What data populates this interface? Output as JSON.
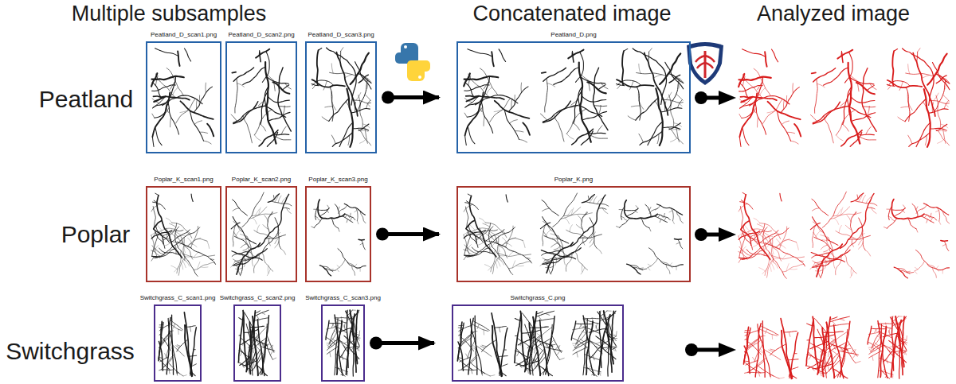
{
  "diagram": {
    "nodes": [
      {
        "text": [
          "Peatland_D_scan1.png"
        ]
      },
      {
        "text": [
          "Peatland_D_scan2.png"
        ]
      },
      {
        "text": [
          "Peatland_D_scan3.png"
        ]
      },
      {
        "text": [
          "Peatland_D.png"
        ]
      },
      {
        "text": [
          "Poplar_K_scan1.png"
        ]
      },
      {
        "text": [
          "Poplar_K_scan2.png"
        ]
      },
      {
        "text": [
          "Poplar_K_scan3.png"
        ]
      },
      {
        "text": [
          "Poplar_K.png"
        ]
      },
      {
        "text": [
          "Switchgrass_C_scan1.png"
        ]
      },
      {
        "text": [
          "Switchgrass_C_scan2.png"
        ]
      },
      {
        "text": [
          "Switchgrass_C_scan3.png"
        ]
      },
      {
        "text": [
          "Switchgrass_C.png"
        ]
      }
    ],
    "edges": [
      {
        "from": 2,
        "to": 3,
        "arrow": "to"
      },
      {
        "from": 6,
        "to": 7,
        "arrow": "to"
      },
      {
        "from": 10,
        "to": 11,
        "arrow": "to"
      }
    ],
    "labels": [
      "Multiple subsamples",
      "Concatenated image",
      "Analyzed image",
      "Peatland",
      "Poplar",
      "Switchgrass"
    ]
  }
}
